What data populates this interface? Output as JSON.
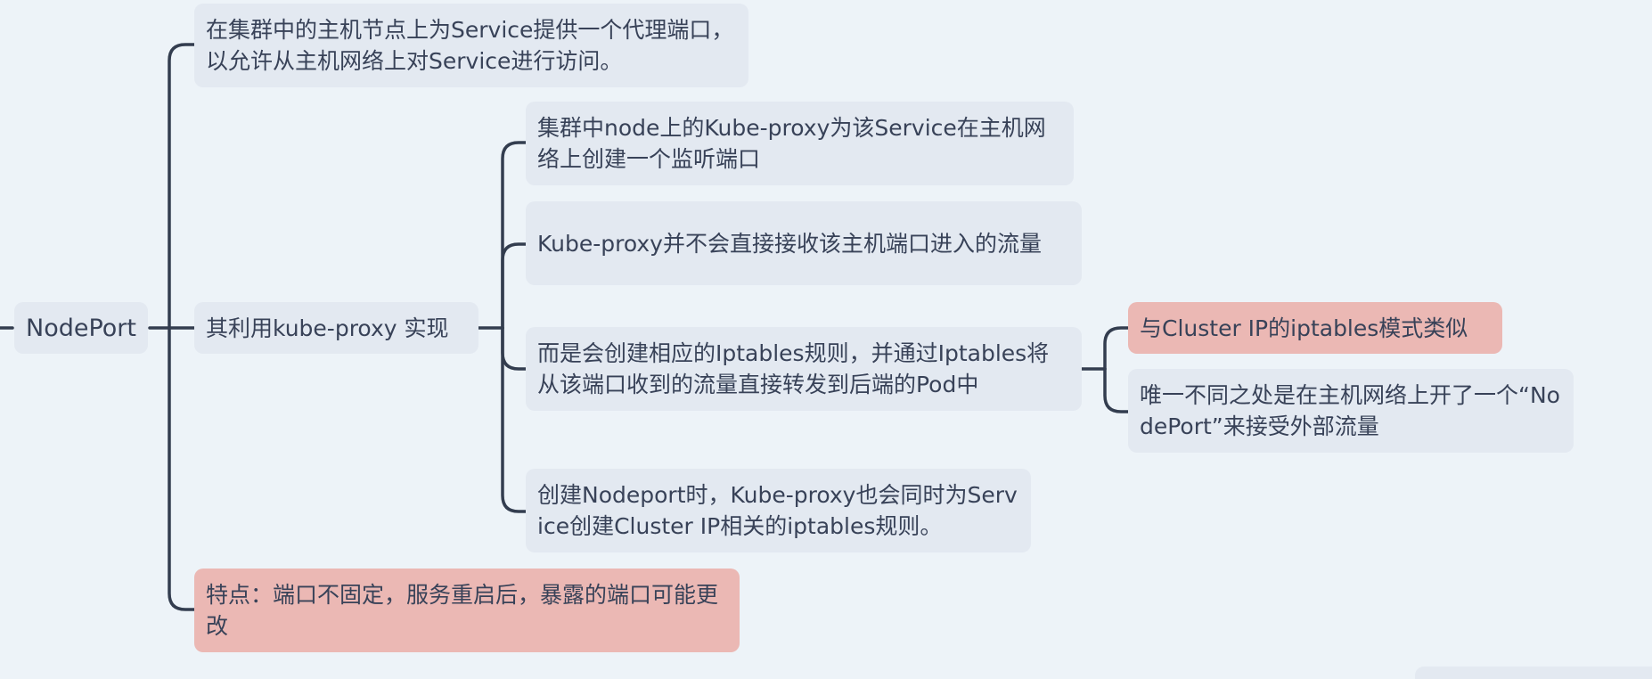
{
  "mindmap": {
    "root": {
      "label": "NodePort"
    },
    "branches": [
      {
        "label": "在集群中的主机节点上为Service提供一个代理端口，以允许从主机网络上对Service进行访问。",
        "highlighted": false
      },
      {
        "label": "其利用kube-proxy 实现",
        "highlighted": false,
        "children": [
          {
            "label": "集群中node上的Kube-proxy为该Service在主机网络上创建一个监听端口"
          },
          {
            "label": "Kube-proxy并不会直接接收该主机端口进入的流量"
          },
          {
            "label": "而是会创建相应的Iptables规则，并通过Iptables将从该端口收到的流量直接转发到后端的Pod中",
            "children": [
              {
                "label": "与Cluster IP的iptables模式类似",
                "highlighted": true
              },
              {
                "label": "唯一不同之处是在主机网络上开了一个“NodePort”来接受外部流量",
                "highlighted": false
              }
            ]
          },
          {
            "label": "创建Nodeport时，Kube-proxy也会同时为Service创建Cluster IP相关的iptables规则。"
          }
        ]
      },
      {
        "label": "特点：端口不固定，服务重启后，暴露的端口可能更改",
        "highlighted": true
      }
    ]
  },
  "colors": {
    "background": "#edf3f8",
    "node_fill": "#e3e9f1",
    "highlight_fill": "#ebb8b4",
    "text": "#384258",
    "connector": "#333d4f"
  }
}
